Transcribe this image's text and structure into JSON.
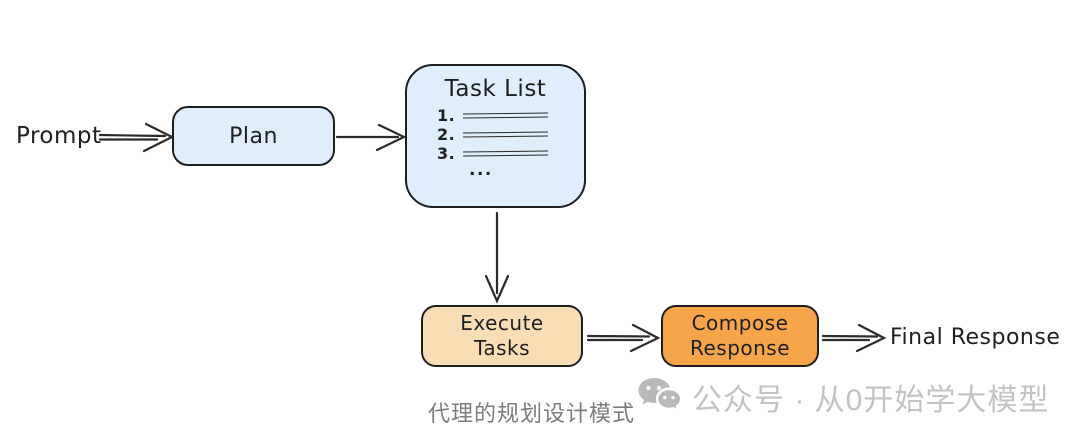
{
  "diagram": {
    "prompt_label": "Prompt",
    "plan_label": "Plan",
    "task_list": {
      "title": "Task List",
      "items": [
        "1.",
        "2.",
        "3."
      ],
      "more": "..."
    },
    "execute": {
      "line1": "Execute",
      "line2": "Tasks"
    },
    "compose": {
      "line1": "Compose",
      "line2": "Response"
    },
    "final_label": "Final Response",
    "colors": {
      "box_blue": "#dfeefa",
      "box_peach": "#f8ddb5",
      "box_orange": "#f6a54b",
      "stroke": "#1f1f1f",
      "background": "#ffffff"
    }
  },
  "footer": {
    "caption": "代理的规划设计模式",
    "watermark": "公众号 · 从0开始学大模型",
    "watermark_icon": "wechat-icon",
    "caption_color": "#7c7c7c",
    "watermark_color": "#c3c3c3"
  }
}
